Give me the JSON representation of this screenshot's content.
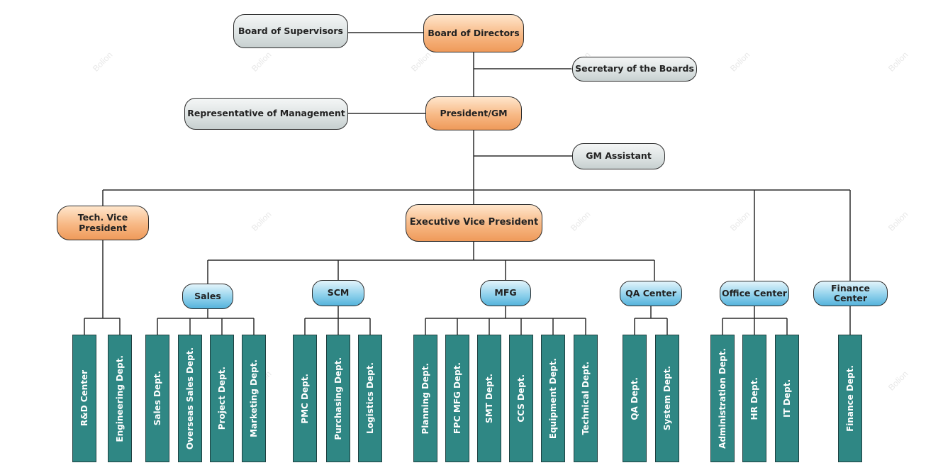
{
  "top": {
    "board_of_supervisors": "Board of Supervisors",
    "board_of_directors": "Board of Directors",
    "secretary": "Secretary of the Boards",
    "representative": "Representative of Management",
    "president": "President/GM",
    "gm_assistant": "GM Assistant"
  },
  "vp": {
    "tech": "Tech. Vice President",
    "executive": "Executive Vice President"
  },
  "centers": {
    "sales": "Sales",
    "scm": "SCM",
    "mfg": "MFG",
    "qa": "QA Center",
    "office": "Office Center",
    "finance": "Finance Center"
  },
  "departments": {
    "rd_center": "R&D Center",
    "engineering": "Engineering Dept.",
    "sales_dept": "Sales Dept.",
    "overseas_sales": "Overseas Sales  Dept.",
    "project": "Project Dept.",
    "marketing": "Marketing Dept.",
    "pmc": "PMC Dept.",
    "purchasing": "Purchasing Dept.",
    "logistics": "Logistics Dept.",
    "planning": "Planning Dept.",
    "fpc_mfg": "FPC MFG Dept.",
    "smt": "SMT Dept.",
    "ccs": "CCS Dept.",
    "equipment": "Equipment Dept.",
    "technical": "Technical Dept.",
    "qa_dept": "QA Dept.",
    "system": "System Dept.",
    "administration": "Administration Dept.",
    "hr": "HR Dept.",
    "it": "IT Dept.",
    "finance_dept": "Finance Dept."
  },
  "watermark": "Bolion",
  "colors": {
    "executive": "#f3a66c",
    "center": "#6cc0e3",
    "staff": "#d5dcdc",
    "department": "#2f8784",
    "connector": "#2b2b2b"
  }
}
